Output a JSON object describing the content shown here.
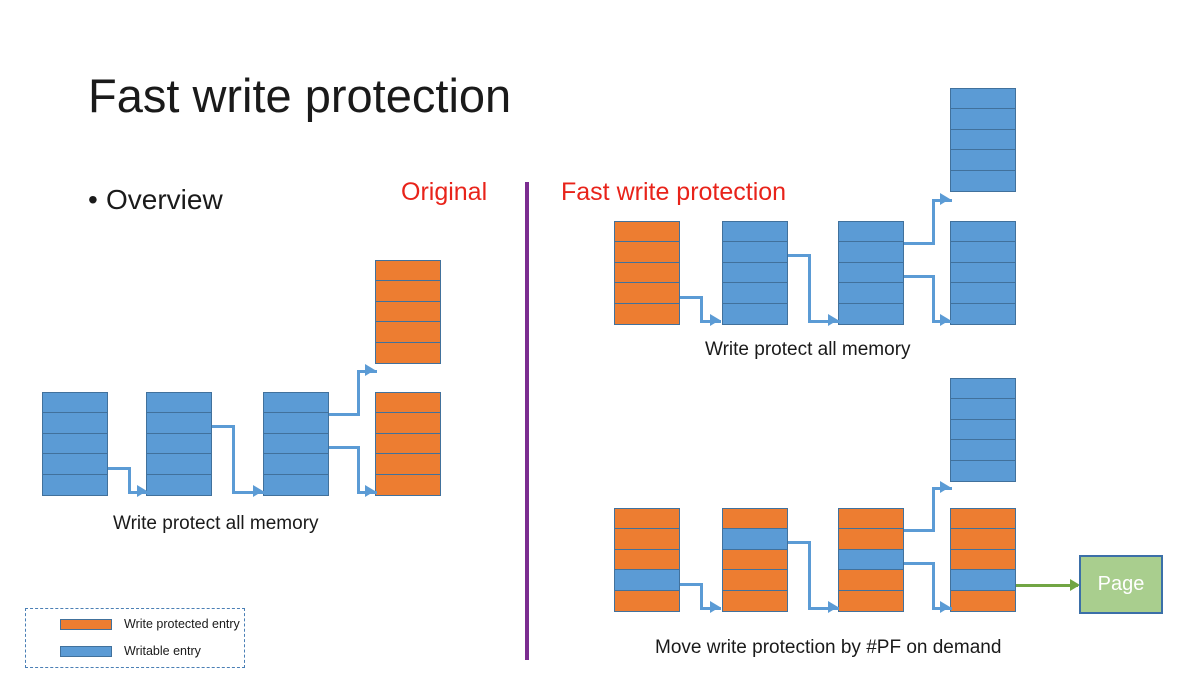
{
  "slide": {
    "title": "Fast write protection",
    "bullet": "Overview",
    "bullet_marker": "•"
  },
  "headings": {
    "original": "Original",
    "fast": "Fast write protection"
  },
  "captions": {
    "left": "Write protect all memory",
    "top_right": "Write protect all memory",
    "bottom_right": "Move write protection by #PF on demand"
  },
  "page_box": {
    "label": "Page"
  },
  "legend": {
    "items": [
      {
        "swatch": "write-protected",
        "label": "Write protected entry"
      },
      {
        "swatch": "writable",
        "label": "Writable entry"
      }
    ]
  },
  "colors": {
    "write_protected": "#ED7D31",
    "writable": "#5B9BD5",
    "cell_border": "#41719C",
    "connector": "#5B9BD5",
    "green_arrow": "#71A544",
    "page_fill": "#A9CE8E",
    "divider": "#7B2D90",
    "heading_red": "#E8231A",
    "text": "#1A1A1A"
  },
  "diagrams": {
    "original": {
      "caption": "Write protect all memory",
      "tables": [
        {
          "name": "level1",
          "rows": [
            "b",
            "b",
            "b",
            "b",
            "b"
          ]
        },
        {
          "name": "level2",
          "rows": [
            "b",
            "b",
            "b",
            "b",
            "b"
          ]
        },
        {
          "name": "level3",
          "rows": [
            "b",
            "b",
            "b",
            "b",
            "b"
          ]
        },
        {
          "name": "leaf-upper",
          "rows": [
            "o",
            "o",
            "o",
            "o",
            "o"
          ]
        },
        {
          "name": "leaf-lower",
          "rows": [
            "o",
            "o",
            "o",
            "o",
            "o"
          ]
        }
      ]
    },
    "fast_step1": {
      "caption": "Write protect all memory",
      "tables": [
        {
          "name": "level1",
          "rows": [
            "o",
            "o",
            "o",
            "o",
            "o"
          ]
        },
        {
          "name": "level2",
          "rows": [
            "b",
            "b",
            "b",
            "b",
            "b"
          ]
        },
        {
          "name": "level3",
          "rows": [
            "b",
            "b",
            "b",
            "b",
            "b"
          ]
        },
        {
          "name": "leaf-upper",
          "rows": [
            "b",
            "b",
            "b",
            "b",
            "b"
          ]
        },
        {
          "name": "leaf-lower",
          "rows": [
            "b",
            "b",
            "b",
            "b",
            "b"
          ]
        }
      ]
    },
    "fast_step2": {
      "caption": "Move write protection by #PF on demand",
      "tables": [
        {
          "name": "level1",
          "rows": [
            "o",
            "o",
            "o",
            "b",
            "o"
          ]
        },
        {
          "name": "level2",
          "rows": [
            "o",
            "b",
            "o",
            "o",
            "o"
          ]
        },
        {
          "name": "level3",
          "rows": [
            "o",
            "o",
            "b",
            "o",
            "o"
          ]
        },
        {
          "name": "leaf-upper",
          "rows": [
            "b",
            "b",
            "b",
            "b",
            "b"
          ]
        },
        {
          "name": "leaf-lower",
          "rows": [
            "o",
            "o",
            "o",
            "b",
            "o"
          ]
        }
      ],
      "target": "Page"
    }
  }
}
